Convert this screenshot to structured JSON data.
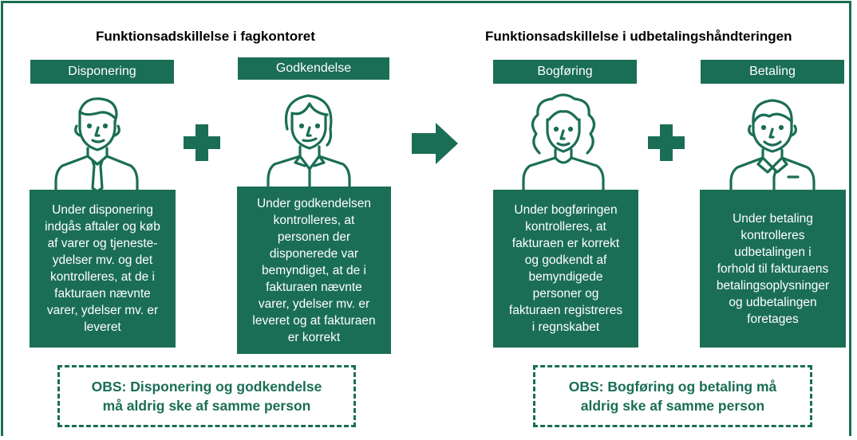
{
  "left_section": {
    "title": "Funktionsadskillelse i fagkontoret",
    "roles": [
      {
        "label": "Disponering",
        "text": "Under disponering\nindgås aftaler og køb\naf varer og tjeneste-\nydelser mv. og det\nkontrolleres, at de i\nfakturaen nævnte\nvarer, ydelser mv. er\nleveret"
      },
      {
        "label": "Godkendelse",
        "text": "Under godkendelsen\nkontrolleres, at\npersonen der\ndisponerede var\nbemyndiget, at de i\nfakturaen nævnte\nvarer, ydelser mv. er\nleveret og at fakturaen\ner korrekt"
      }
    ],
    "obs": "OBS: Disponering og godkendelse\nmå aldrig ske af samme person"
  },
  "right_section": {
    "title": "Funktionsadskillelse i udbetalingshåndteringen",
    "roles": [
      {
        "label": "Bogføring",
        "text": "Under bogføringen\nkontrolleres, at\nfakturaen er korrekt\nog godkendt af\nbemyndigede\npersoner og\nfakturaen registreres\ni regnskabet"
      },
      {
        "label": "Betaling",
        "text": "Under betaling\nkontrolleres\nudbetalingen i\nforhold til fakturaens\nbetalingsoplysninger\nog udbetalingen\nforetages"
      }
    ],
    "obs": "OBS: Bogføring og betaling må\naldrig ske af samme person"
  },
  "colors": {
    "accent": "#1a6e55",
    "text_on_accent": "#ffffff"
  },
  "icons": [
    "person-man-icon",
    "plus-icon",
    "person-woman-short-hair-icon",
    "arrow-right-icon",
    "person-woman-curly-hair-icon",
    "person-man-suit-icon"
  ]
}
